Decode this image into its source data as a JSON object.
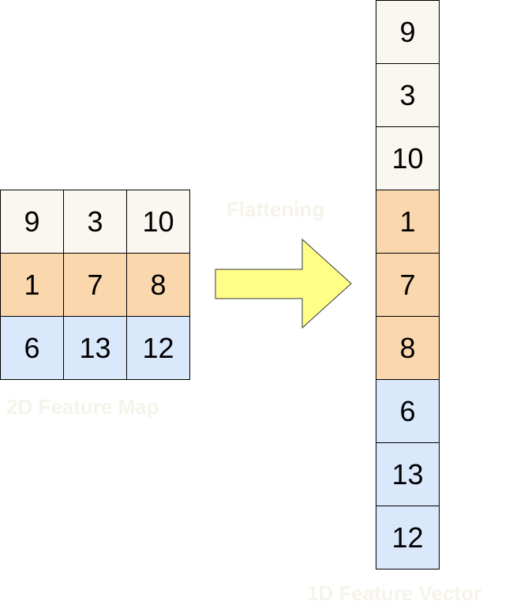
{
  "matrix": {
    "caption": "2D Feature Map",
    "rows": [
      [
        "9",
        "3",
        "10"
      ],
      [
        "1",
        "7",
        "8"
      ],
      [
        "6",
        "13",
        "12"
      ]
    ]
  },
  "arrow": {
    "caption": "Flattening"
  },
  "vector": {
    "caption": "1D Feature Vector",
    "values": [
      "9",
      "3",
      "10",
      "1",
      "7",
      "8",
      "6",
      "13",
      "12"
    ]
  },
  "colors": {
    "row_1": "#f9f7f0",
    "row_2": "#fad7ac",
    "row_3": "#dae8fc",
    "arrow_fill": "#ffff88",
    "caption_text": "#f5f3ea"
  }
}
